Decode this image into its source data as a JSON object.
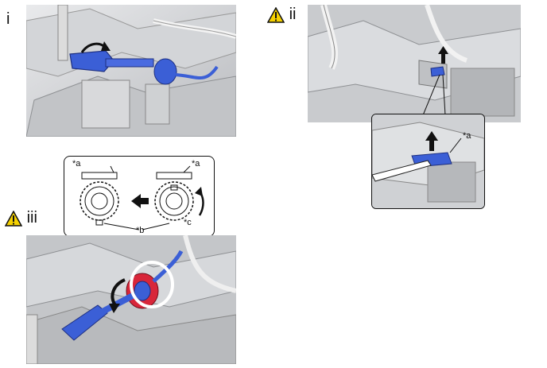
{
  "steps": [
    {
      "id": "i",
      "label": "i",
      "warning": false
    },
    {
      "id": "ii",
      "label": "ii",
      "warning": true
    },
    {
      "id": "iii",
      "label": "iii",
      "warning": true
    }
  ],
  "callouts": {
    "ii_a": "*a",
    "iii_a_left": "*a",
    "iii_a_right": "*a",
    "iii_b": "*b",
    "iii_c": "*c"
  },
  "colors": {
    "part_blue": "#3b5fd6",
    "part_red": "#d8263a",
    "warning_yellow": "#f5d100",
    "photo_gray": "#c9cbce"
  },
  "icons": [
    "warning-triangle-icon",
    "arrow-up-icon",
    "arrow-left-icon",
    "rotate-arrow-icon",
    "screwdriver-icon"
  ]
}
